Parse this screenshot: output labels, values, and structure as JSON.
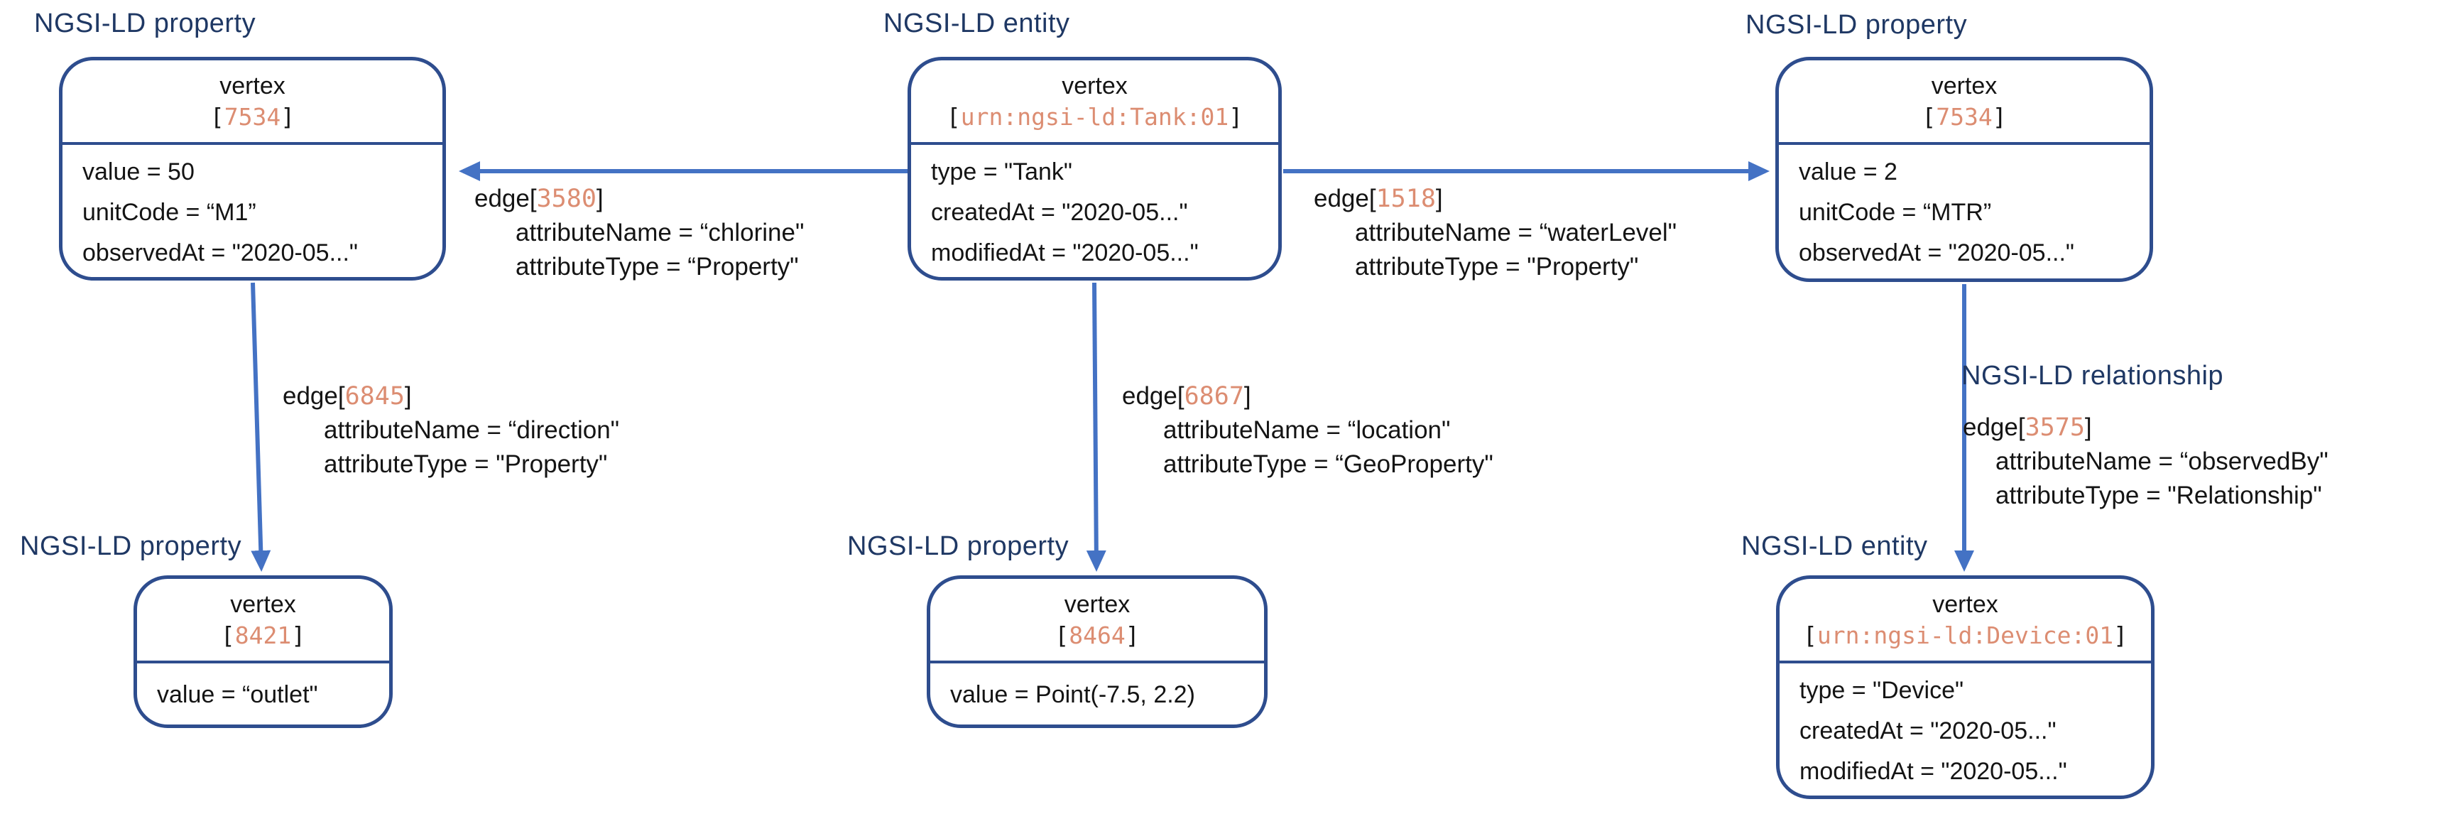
{
  "diagram": {
    "colors": {
      "box_border": "#2E4D8E",
      "caption_text": "#1F3864",
      "arrow": "#4472C4",
      "id_text": "#DC8D72",
      "body_text": "#141414"
    },
    "punct": {
      "open": "[",
      "close": "]"
    },
    "edge_word": "edge",
    "vertices": {
      "tl": {
        "caption": "NGSI-LD property",
        "title": "vertex",
        "id": "7534",
        "body": [
          "value = 50",
          "unitCode = “M1”",
          "observedAt = \"2020-05...\""
        ]
      },
      "tc": {
        "caption": "NGSI-LD entity",
        "title": "vertex",
        "id": "urn:ngsi-ld:Tank:01",
        "body": [
          "type = \"Tank\"",
          "createdAt = \"2020-05...\"",
          "modifiedAt = \"2020-05...\""
        ]
      },
      "tr": {
        "caption": "NGSI-LD property",
        "title": "vertex",
        "id": "7534",
        "body": [
          "value = 2",
          "unitCode = “MTR”",
          "observedAt = \"2020-05...\""
        ]
      },
      "bl": {
        "caption": "NGSI-LD property",
        "title": "vertex",
        "id": "8421",
        "body": [
          "value = “outlet\""
        ]
      },
      "bc": {
        "caption": "NGSI-LD property",
        "title": "vertex",
        "id": "8464",
        "body": [
          "value = Point(-7.5, 2.2)"
        ]
      },
      "br": {
        "caption": "NGSI-LD entity",
        "title": "vertex",
        "id": "urn:ngsi-ld:Device:01",
        "body": [
          "type = \"Device\"",
          "createdAt = \"2020-05...\"",
          "modifiedAt = \"2020-05...\""
        ]
      }
    },
    "edges": {
      "e3580": {
        "id": "3580",
        "attrs": [
          "attributeName = “chlorine\"",
          "attributeType = “Property\""
        ]
      },
      "e1518": {
        "id": "1518",
        "attrs": [
          "attributeName = “waterLevel\"",
          "attributeType = \"Property\""
        ]
      },
      "e6845": {
        "id": "6845",
        "attrs": [
          "attributeName = “direction\"",
          "attributeType = \"Property\""
        ]
      },
      "e6867": {
        "id": "6867",
        "attrs": [
          "attributeName = “location\"",
          "attributeType = “GeoProperty\""
        ]
      },
      "e3575": {
        "caption": "NGSI-LD relationship",
        "id": "3575",
        "attrs": [
          "attributeName = “observedBy\"",
          "attributeType = \"Relationship\""
        ]
      }
    }
  }
}
